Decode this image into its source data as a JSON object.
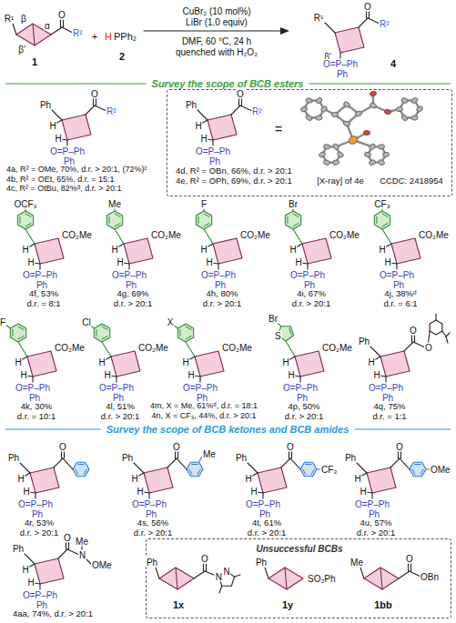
{
  "diagram": {
    "nodes": [
      {
        "text": [
          "4d, R² = OBn, 66%, d.r. > 20:1",
          "4e, R² = OPh, 69%, d.r. > 20:1",
          "=",
          "[X-ray] of 4e",
          "CCDC: 2418954"
        ]
      },
      {
        "text": [
          "Unsuccessful BCBs",
          "1x",
          "1y",
          "1bb"
        ]
      }
    ],
    "labels": [
      "R¹",
      "O",
      "R²",
      "β",
      "α",
      "β'",
      "1",
      "+",
      "H",
      "PPh₂",
      "2",
      "CuBr₂ (10 mol%)",
      "LiBr (1.0 equiv)",
      "DMF, 60 °C, 24 h",
      "quenched with H₂O₂",
      "R¹",
      "O",
      "R²",
      "β'",
      "O=P–Ph",
      "Ph",
      "4",
      "Survey the scope of BCB esters",
      "Ph",
      "O",
      "R²",
      "H",
      "H",
      "O=P–Ph",
      "Ph",
      "4a, R² = OMe, 70%, d.r. > 20:1, (72%)ᶜ",
      "4b, R² = OEt, 65%, d.r. = 15:1",
      "4c, R² = OtBu, 82%ᵈ, d.r. > 20:1",
      "Ph",
      "O",
      "R²",
      "H",
      "H",
      "O=P–Ph",
      "Ph",
      "OCF₃",
      "CO₂Me",
      "H",
      "H",
      "O=P–Ph",
      "Ph",
      "4f, 53%",
      "d.r. = 8:1",
      "Me",
      "CO₂Me",
      "H",
      "H",
      "O=P–Ph",
      "Ph",
      "4g, 69%",
      "d.r. > 20:1",
      "F",
      "CO₂Me",
      "H",
      "H",
      "O=P–Ph",
      "Ph",
      "4h, 80%",
      "d.r. > 20:1",
      "Br",
      "CO₂Me",
      "H",
      "H",
      "O=P–Ph",
      "Ph",
      "4i, 67%",
      "d.r. > 20:1",
      "CF₃",
      "CO₂Me",
      "H",
      "H",
      "O=P–Ph",
      "Ph",
      "4j, 38%ᵈ",
      "d.r. = 6:1",
      "F",
      "CO₂Me",
      "H",
      "H",
      "O=P–Ph",
      "Ph",
      "4k, 30%",
      "d.r. = 10:1",
      "Cl",
      "CO₂Me",
      "H",
      "H",
      "O=P–Ph",
      "Ph",
      "4l, 51%",
      "d.r. > 20:1",
      "X",
      "CO₂Me",
      "H",
      "H",
      "O=P–Ph",
      "Ph",
      "4m, X = Me, 61%ᵈ, d.r. = 18:1",
      "4n, X = CF₃, 44%, d.r. > 20:1",
      "Br",
      "S",
      "CO₂Me",
      "H",
      "H",
      "O=P–Ph",
      "Ph",
      "4p, 50%",
      "d.r. > 20:1",
      "Ph",
      "O",
      "O",
      "H",
      "H",
      "O=P–Ph",
      "Ph",
      "4q, 75%",
      "d.r. = 1:1",
      "Survey the scope of BCB ketones and BCB amides",
      "Ph",
      "O",
      "H",
      "H",
      "O=P–Ph",
      "Ph",
      "4r, 53%",
      "d.r. > 20:1",
      "Ph",
      "O",
      "Me",
      "H",
      "H",
      "O=P–Ph",
      "Ph",
      "4s, 56%",
      "d.r. > 20:1",
      "Ph",
      "O",
      "CF₃",
      "H",
      "H",
      "O=P–Ph",
      "Ph",
      "4t, 61%",
      "d.r. > 20:1",
      "Ph",
      "O",
      "OMe",
      "H",
      "H",
      "O=P–Ph",
      "Ph",
      "4u, 57%",
      "d.r. > 20:1",
      "Ph",
      "O",
      "N",
      "Me",
      "OMe",
      "H",
      "H",
      "O=P–Ph",
      "Ph",
      "4aa, 74%, d.r. > 20:1",
      "Ph",
      "O",
      "N",
      "N",
      "Ph",
      "SO₂Ph",
      "Me",
      "O",
      "OBn"
    ]
  }
}
